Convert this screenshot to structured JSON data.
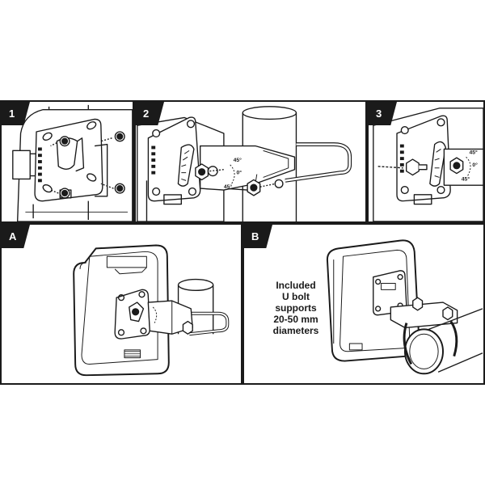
{
  "panels": [
    {
      "label": "1"
    },
    {
      "label": "2"
    },
    {
      "label": "3"
    },
    {
      "label": "A"
    },
    {
      "label": "B"
    }
  ],
  "note": {
    "lines": [
      "Included",
      "U bolt",
      "supports",
      "20-50 mm",
      "diameters"
    ]
  },
  "angle_marks": [
    "45°",
    "0°",
    "45°"
  ]
}
